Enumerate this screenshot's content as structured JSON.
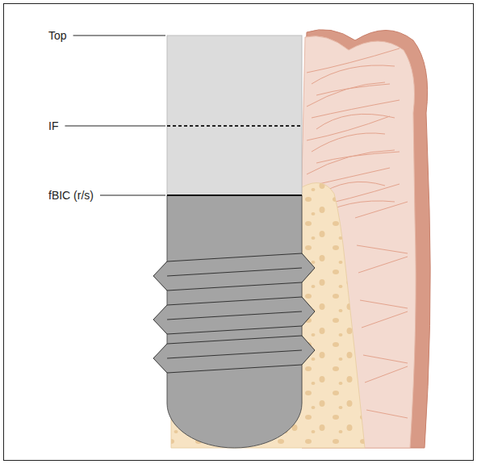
{
  "diagram": {
    "labels": [
      "Top",
      "IF",
      "fBIC (r/s)"
    ]
  }
}
